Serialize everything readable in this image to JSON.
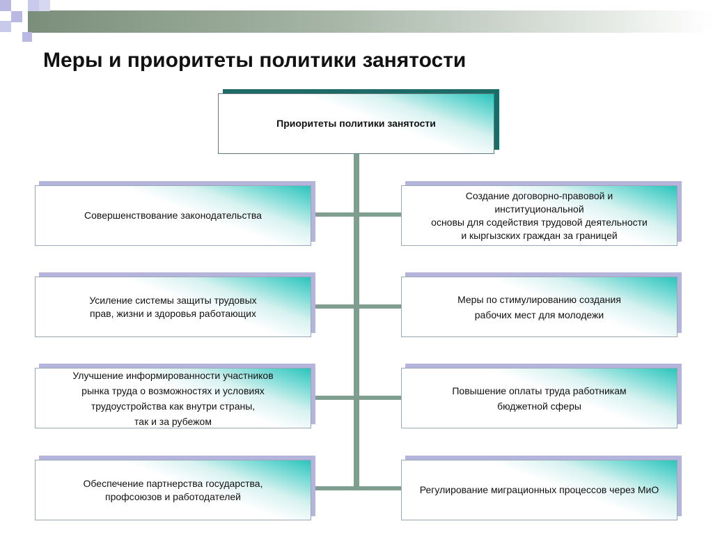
{
  "title": "Меры и приоритеты политики занятости",
  "root": {
    "label": "Приоритеты политики занятости"
  },
  "left": [
    {
      "label": "Совершенствование законодательства"
    },
    {
      "label": "Усиление системы защиты трудовых\nправ, жизни и здоровья работающих"
    },
    {
      "label": "Улучшение информированности участников\nрынка труда о возможностях и условиях\nтрудоустройства как внутри страны,\nтак и за рубежом"
    },
    {
      "label": "Обеспечение партнерства государства,\nпрофсоюзов и работодателей"
    }
  ],
  "right": [
    {
      "label": "Создание договорно-правовой и\nинституциональной\nосновы для содействия трудовой деятельности\nи кыргызских граждан за границей"
    },
    {
      "label": "Меры по стимулированию создания\nрабочих мест для молодежи"
    },
    {
      "label": "Повышение оплаты труда работникам\nбюджетной сферы"
    },
    {
      "label": "Регулирование миграционных процессов через МиО"
    }
  ],
  "colors": {
    "accent": "#2cc4bd",
    "connector": "#7f9e8f",
    "shadow": "#b4b4dc",
    "root_shadow": "#1e6a67"
  }
}
